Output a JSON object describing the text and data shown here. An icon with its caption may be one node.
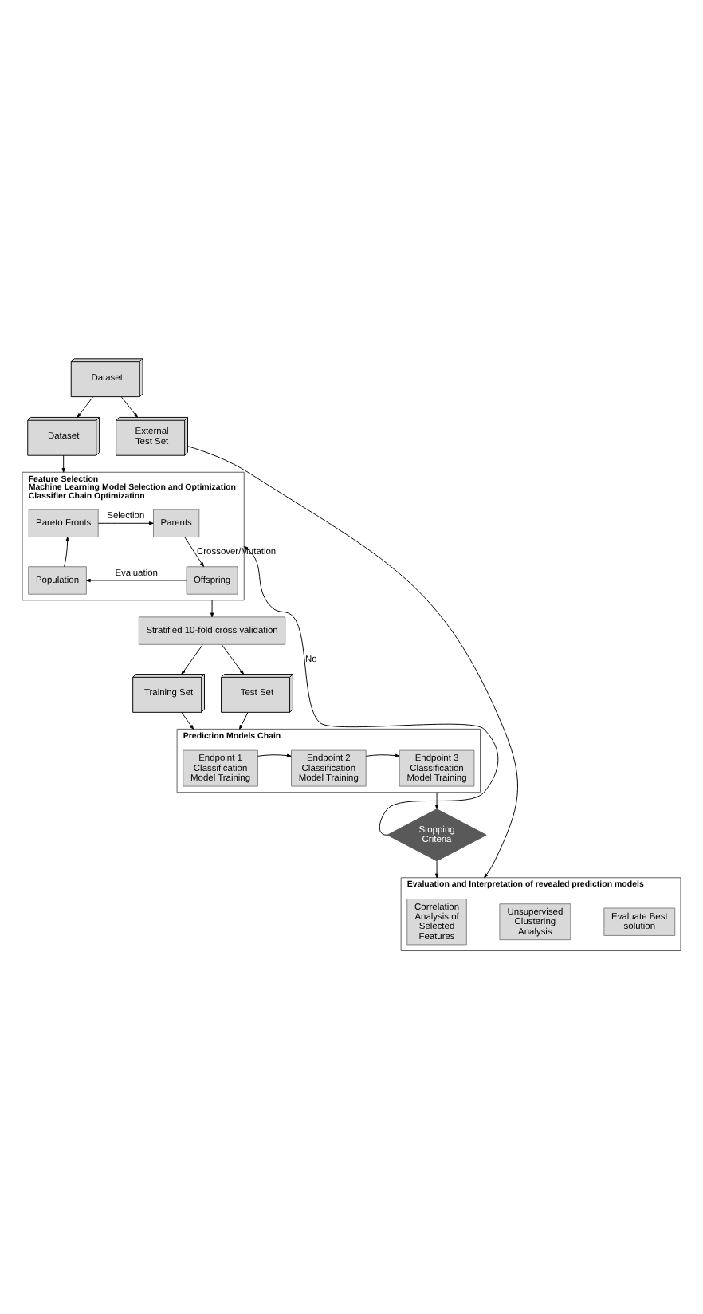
{
  "diagram": {
    "nodes": [
      {
        "text": [
          "Dataset"
        ]
      },
      {
        "text": [
          "Dataset"
        ]
      },
      {
        "text": [
          "External Test Set"
        ]
      },
      {
        "text": [
          "Feature Selection",
          "Machine Learning Model Selection and Optimization",
          "Classifier Chain Optimization"
        ]
      },
      {
        "text": [
          "Pareto Fronts"
        ],
        "in": 3
      },
      {
        "text": [
          "Parents"
        ],
        "in": 3
      },
      {
        "text": [
          "Population"
        ],
        "in": 3
      },
      {
        "text": [
          "Offspring"
        ],
        "in": 3
      },
      {
        "text": [
          "Stratified 10-fold cross validation"
        ]
      },
      {
        "text": [
          "Training Set"
        ]
      },
      {
        "text": [
          "Test Set"
        ]
      },
      {
        "text": [
          "Prediction Models Chain"
        ]
      },
      {
        "text": [
          "Endpoint 1 Classification Model Training"
        ],
        "in": 11
      },
      {
        "text": [
          "Endpoint 2 Classification Model Training"
        ],
        "in": 11
      },
      {
        "text": [
          "Endpoint 3 Classification Model Training"
        ],
        "in": 11
      },
      {
        "text": [
          "Stopping Criteria"
        ]
      },
      {
        "text": [
          "Evaluation and Interpretation of revealed prediction models"
        ]
      },
      {
        "text": [
          "Correlation Analysis of Selected Features"
        ],
        "in": 16
      },
      {
        "text": [
          "Unsupervised Clustering Analysis"
        ],
        "in": 16
      },
      {
        "text": [
          "Evaluate Best solution"
        ],
        "in": 16
      }
    ],
    "edges": [
      {
        "from": 0,
        "to": 1,
        "arrow": "to"
      },
      {
        "from": 0,
        "to": 2,
        "arrow": "to"
      },
      {
        "from": 1,
        "to": 3,
        "arrow": "to"
      },
      {
        "from": 4,
        "to": 5,
        "arrow": "to",
        "label": "Selection"
      },
      {
        "from": 5,
        "to": 7,
        "arrow": "to",
        "label": "Crossover/Mutation"
      },
      {
        "from": 7,
        "to": 6,
        "arrow": "to",
        "label": "Evaluation"
      },
      {
        "from": 6,
        "to": 4,
        "arrow": "to"
      },
      {
        "from": 3,
        "to": 8,
        "arrow": "to"
      },
      {
        "from": 8,
        "to": 9,
        "arrow": "to"
      },
      {
        "from": 8,
        "to": 10,
        "arrow": "to"
      },
      {
        "from": 9,
        "to": 11,
        "arrow": "to"
      },
      {
        "from": 10,
        "to": 11,
        "arrow": "to"
      },
      {
        "from": 12,
        "to": 13,
        "arrow": "to"
      },
      {
        "from": 13,
        "to": 14,
        "arrow": "to"
      },
      {
        "from": 11,
        "to": 15,
        "arrow": "to"
      },
      {
        "from": 15,
        "to": 3,
        "arrow": "to",
        "label": "No"
      },
      {
        "from": 15,
        "to": 16,
        "arrow": "to"
      },
      {
        "from": 2,
        "to": 16,
        "arrow": "to"
      }
    ]
  }
}
